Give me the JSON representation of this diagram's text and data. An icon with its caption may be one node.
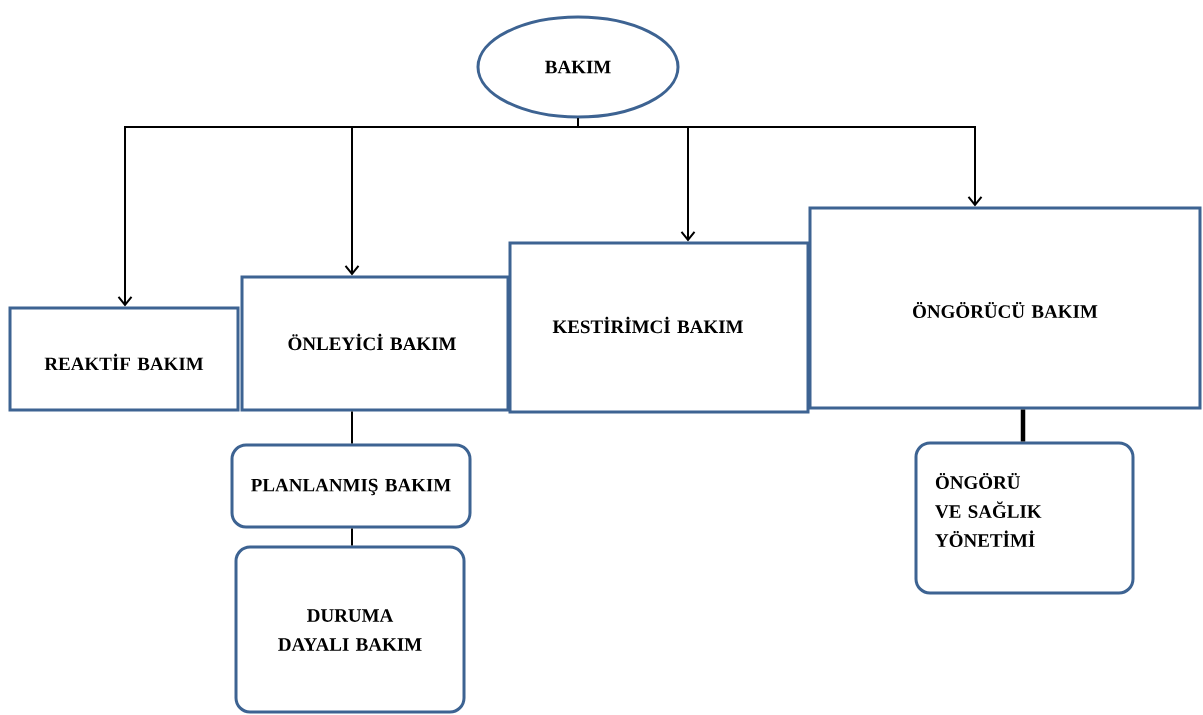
{
  "diagram": {
    "nodes": [
      {
        "text": [
          "BAKIM"
        ]
      },
      {
        "text": [
          "REAKTİF BAKIM"
        ]
      },
      {
        "text": [
          "ÖNLEYİCİ BAKIM"
        ]
      },
      {
        "text": [
          "KESTİRİMCİ BAKIM"
        ]
      },
      {
        "text": [
          "ÖNGÖRÜCÜ BAKIM"
        ]
      },
      {
        "text": [
          "PLANLANMIŞ BAKIM"
        ]
      },
      {
        "text": [
          "DURUMA DAYALI BAKIM"
        ]
      },
      {
        "text": [
          "ÖNGÖRÜ VE SAĞLIK YÖNETİMİ"
        ]
      }
    ],
    "edges": [
      {
        "from": 0,
        "to": 1,
        "arrow": "to"
      },
      {
        "from": 0,
        "to": 2,
        "arrow": "to"
      },
      {
        "from": 0,
        "to": 3,
        "arrow": "to"
      },
      {
        "from": 0,
        "to": 4,
        "arrow": "to"
      },
      {
        "from": 2,
        "to": 5,
        "arrow": "none"
      },
      {
        "from": 5,
        "to": 6,
        "arrow": "none"
      },
      {
        "from": 4,
        "to": 7,
        "arrow": "none",
        "style": "thick"
      }
    ]
  }
}
